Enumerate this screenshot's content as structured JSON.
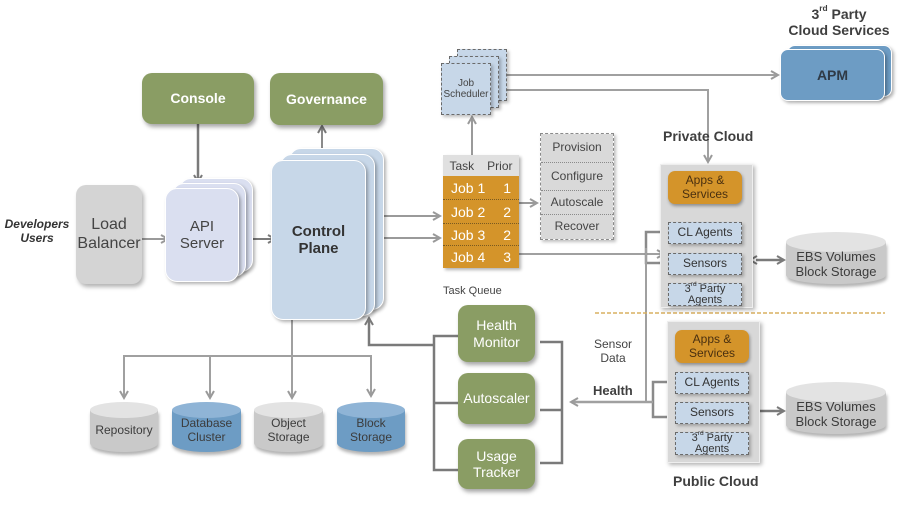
{
  "left": {
    "users_label_line1": "Developers",
    "users_label_line2": "Users",
    "load_balancer_line1": "Load",
    "load_balancer_line2": "Balancer",
    "api_server_line1": "API",
    "api_server_line2": "Server",
    "console": "Console",
    "governance": "Governance",
    "control_plane_line1": "Control",
    "control_plane_line2": "Plane"
  },
  "storage": [
    {
      "line1": "Repository",
      "line2": "",
      "style": "gray"
    },
    {
      "line1": "Database",
      "line2": "Cluster",
      "style": "blue"
    },
    {
      "line1": "Object",
      "line2": "Storage",
      "style": "gray"
    },
    {
      "line1": "Block",
      "line2": "Storage",
      "style": "blue"
    }
  ],
  "scheduler": {
    "line1": "Job",
    "line2": "Scheduler"
  },
  "task_queue": {
    "header_task": "Task",
    "header_priority": "Prior",
    "caption": "Task Queue",
    "rows": [
      {
        "job": "Job 1",
        "priority": "1"
      },
      {
        "job": "Job 2",
        "priority": "2"
      },
      {
        "job": "Job 3",
        "priority": "2"
      },
      {
        "job": "Job 4",
        "priority": "3"
      }
    ]
  },
  "actions": [
    "Provision",
    "Configure",
    "Autoscale",
    "Recover"
  ],
  "monitors": {
    "health_line1": "Health",
    "health_line2": "Monitor",
    "autoscaler": "Autoscaler",
    "usage_line1": "Usage",
    "usage_line2": "Tracker"
  },
  "labels": {
    "sensor_data_line1": "Sensor",
    "sensor_data_line2": "Data",
    "health": "Health"
  },
  "third_party": {
    "title_prefix": "3",
    "title_sup": "rd",
    "title_rest": " Party",
    "title_line2": "Cloud Services",
    "apm": "APM"
  },
  "private_cloud": {
    "title": "Private Cloud",
    "apps_line1": "Apps &",
    "apps_line2": "Services",
    "agents": [
      "CL Agents",
      "Sensors"
    ],
    "third_agent_prefix": "3",
    "third_agent_sup": "rd",
    "third_agent_rest": " Party",
    "third_agent_line2": "Agents",
    "ebs_line1": "EBS Volumes",
    "ebs_line2": "Block Storage"
  },
  "public_cloud": {
    "title": "Public Cloud",
    "apps_line1": "Apps &",
    "apps_line2": "Services",
    "agents": [
      "CL Agents",
      "Sensors"
    ],
    "third_agent_prefix": "3",
    "third_agent_sup": "rd",
    "third_agent_rest": " Party",
    "third_agent_line2": "Agents",
    "ebs_line1": "EBS Volumes",
    "ebs_line2": "Block Storage"
  },
  "colors": {
    "green": "#8a9d64",
    "orange": "#d4942a",
    "light_blue": "#c7d7e8",
    "steel_blue": "#6d9cc4",
    "gray": "#d4d4d4",
    "connector": "#a0a0a0",
    "divider": "#d9b060"
  }
}
